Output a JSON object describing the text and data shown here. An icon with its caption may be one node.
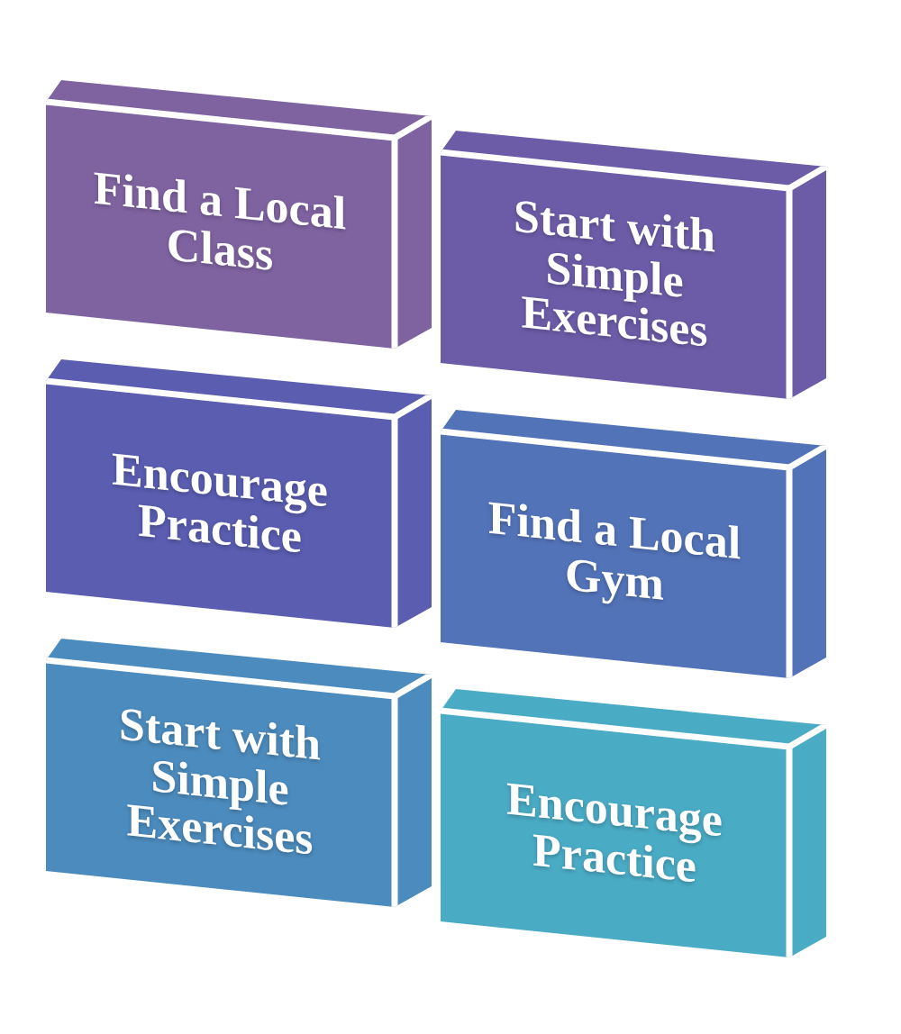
{
  "diagram": {
    "nodes": [
      {
        "text": [
          "Find a Local Class"
        ]
      },
      {
        "text": [
          "Start with Simple Exercises"
        ]
      },
      {
        "text": [
          "Encourage Practice"
        ]
      },
      {
        "text": [
          "Find a Local Gym"
        ]
      },
      {
        "text": [
          "Start with Simple Exercises"
        ]
      },
      {
        "text": [
          "Encourage Practice"
        ]
      }
    ]
  }
}
